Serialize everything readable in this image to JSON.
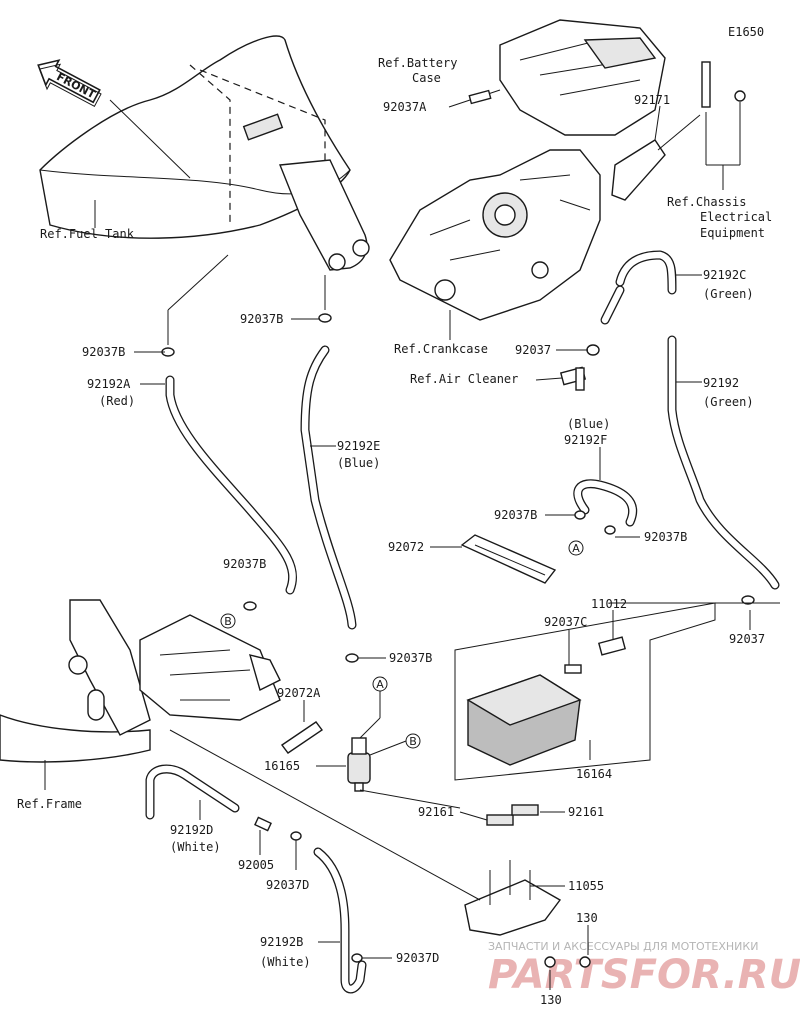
{
  "diagram_code": "E1650",
  "front_label": "FRONT",
  "labels": {
    "ref_battery_case_1": "Ref.Battery",
    "ref_battery_case_2": "Case",
    "p92037A": "92037A",
    "p92171": "92171",
    "ref_chassis_1": "Ref.Chassis",
    "ref_chassis_2": "Electrical",
    "ref_chassis_3": "Equipment",
    "ref_fuel_tank": "Ref.Fuel Tank",
    "ref_crankcase": "Ref.Crankcase",
    "p92037B_top": "92037B",
    "p92037B_left": "92037B",
    "p92192A": "92192A",
    "red": "(Red)",
    "p92192C": "92192C",
    "green_c": "(Green)",
    "p92037": "92037",
    "ref_air_cleaner": "Ref.Air Cleaner",
    "p92192E": "92192E",
    "blue_e": "(Blue)",
    "p92192": "92192",
    "green": "(Green)",
    "blue_f": "(Blue)",
    "p92192F": "92192F",
    "p92037B_f1": "92037B",
    "p92037B_f2": "92037B",
    "p92072": "92072",
    "p92037B_b": "92037B",
    "p11012": "11012",
    "p92037C": "92037C",
    "p92037_right": "92037",
    "p92037B_mid": "92037B",
    "p92072A": "92072A",
    "p16165": "16165",
    "p16164": "16164",
    "ref_frame": "Ref.Frame",
    "p92161_a": "92161",
    "p92161_b": "92161",
    "p92192D": "92192D",
    "white_d": "(White)",
    "p92005": "92005",
    "p92037D_a": "92037D",
    "p11055": "11055",
    "p130_a": "130",
    "p92192B": "92192B",
    "white_b": "(White)",
    "p92037D_b": "92037D",
    "p130_b": "130"
  },
  "markers": {
    "a1": "A",
    "a2": "A",
    "b1": "B",
    "b2": "B"
  },
  "watermark": {
    "caption": "ЗАПЧАСТИ И АКСЕССУАРЫ ДЛЯ МОТОТЕХНИКИ",
    "brand": "PARTSFOR.RU"
  }
}
